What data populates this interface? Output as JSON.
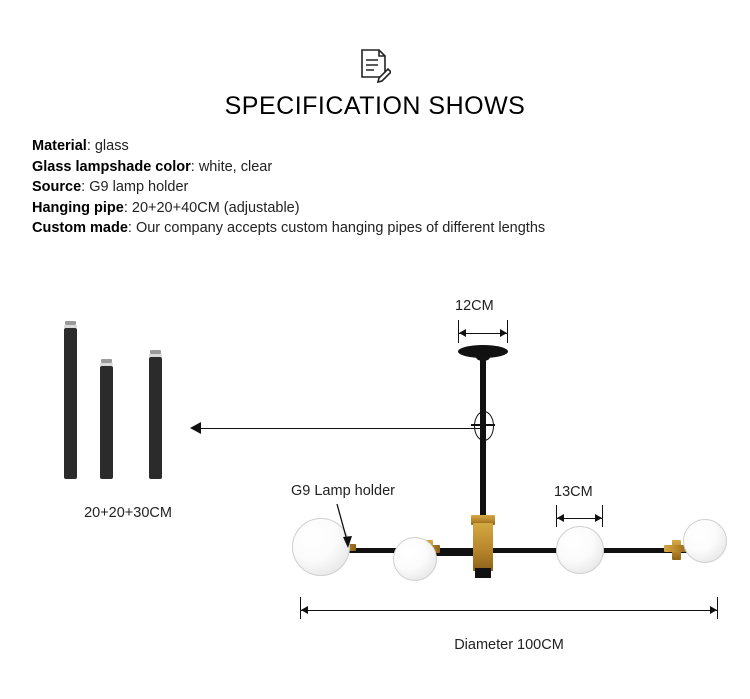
{
  "header": {
    "icon": "document-edit-icon",
    "title": "SPECIFICATION  SHOWS"
  },
  "specifications": [
    {
      "label": "Material",
      "value": ": glass"
    },
    {
      "label": "Glass lampshade color",
      "value": ": white, clear"
    },
    {
      "label": "Source",
      "value": ": G9 lamp holder"
    },
    {
      "label": "Hanging pipe",
      "value": ": 20+20+40CM (adjustable)"
    },
    {
      "label": "Custom made",
      "value": ": Our company accepts custom hanging pipes of different lengths"
    }
  ],
  "diagram": {
    "pipes_caption": "20+20+30CM",
    "canopy_dim": "12CM",
    "globe_dim": "13CM",
    "holder_callout": "G9 Lamp holder",
    "diameter_label": "Diameter 100CM"
  }
}
